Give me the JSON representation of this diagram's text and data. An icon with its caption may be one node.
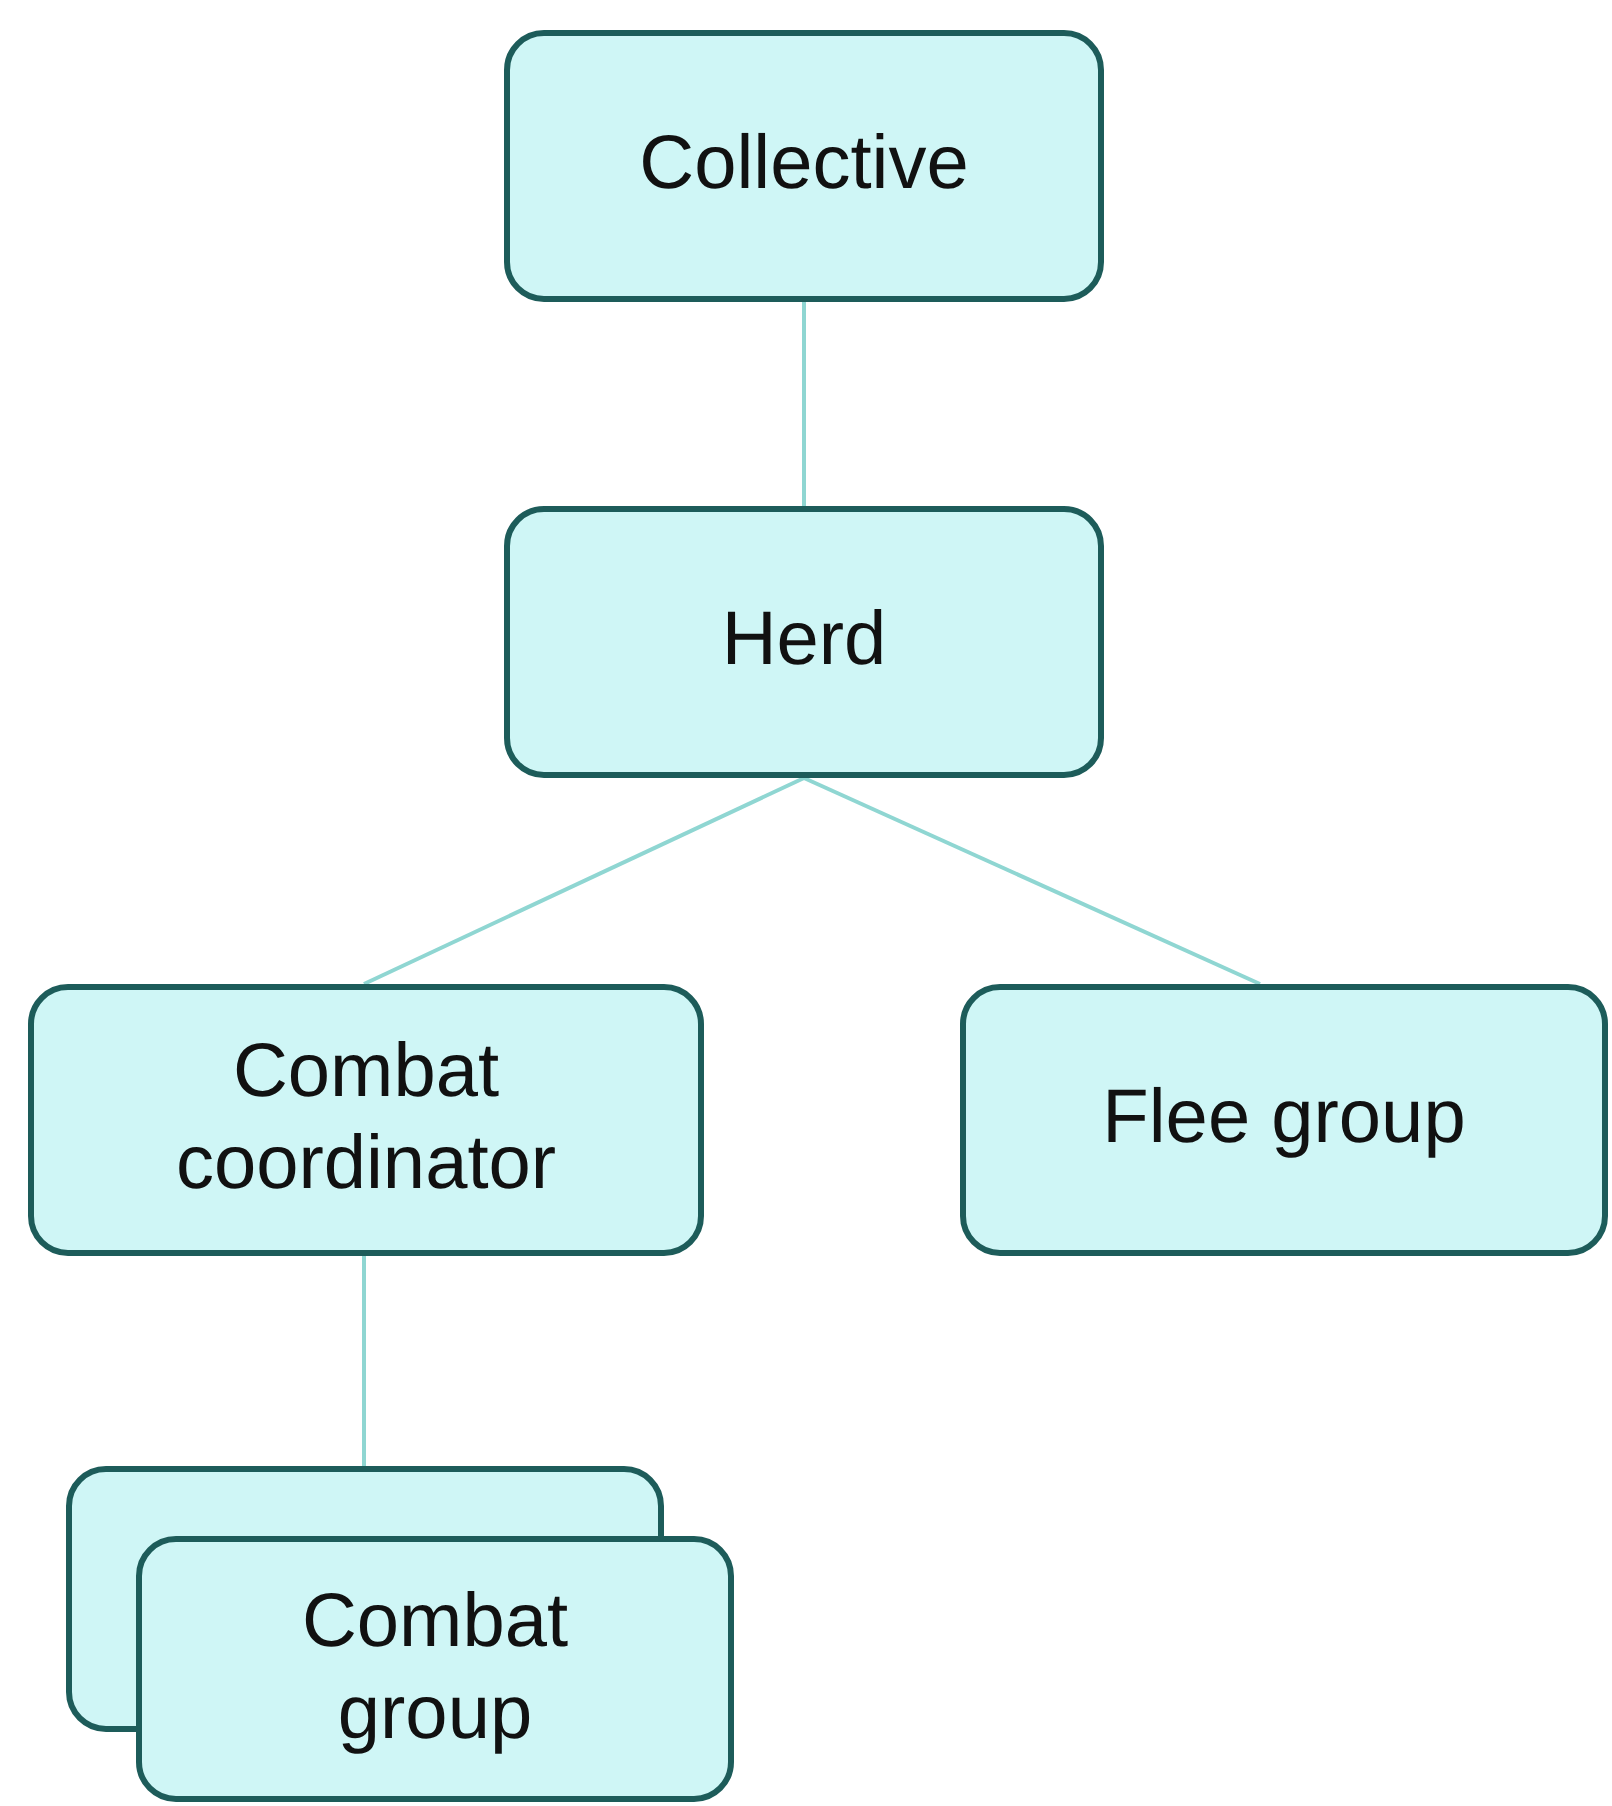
{
  "diagram": {
    "nodes": [
      {
        "text": [
          "Collective"
        ]
      },
      {
        "text": [
          "Herd"
        ]
      },
      {
        "text": [
          "Combat coordinator"
        ]
      },
      {
        "text": [
          "Flee group"
        ]
      },
      {
        "text": [
          "Combat group"
        ]
      }
    ],
    "edges": [
      {
        "from": 0,
        "to": 1,
        "arrow": "none"
      },
      {
        "from": 1,
        "to": 2,
        "arrow": "none"
      },
      {
        "from": 1,
        "to": 3,
        "arrow": "none"
      },
      {
        "from": 2,
        "to": 4,
        "arrow": "none"
      }
    ]
  }
}
